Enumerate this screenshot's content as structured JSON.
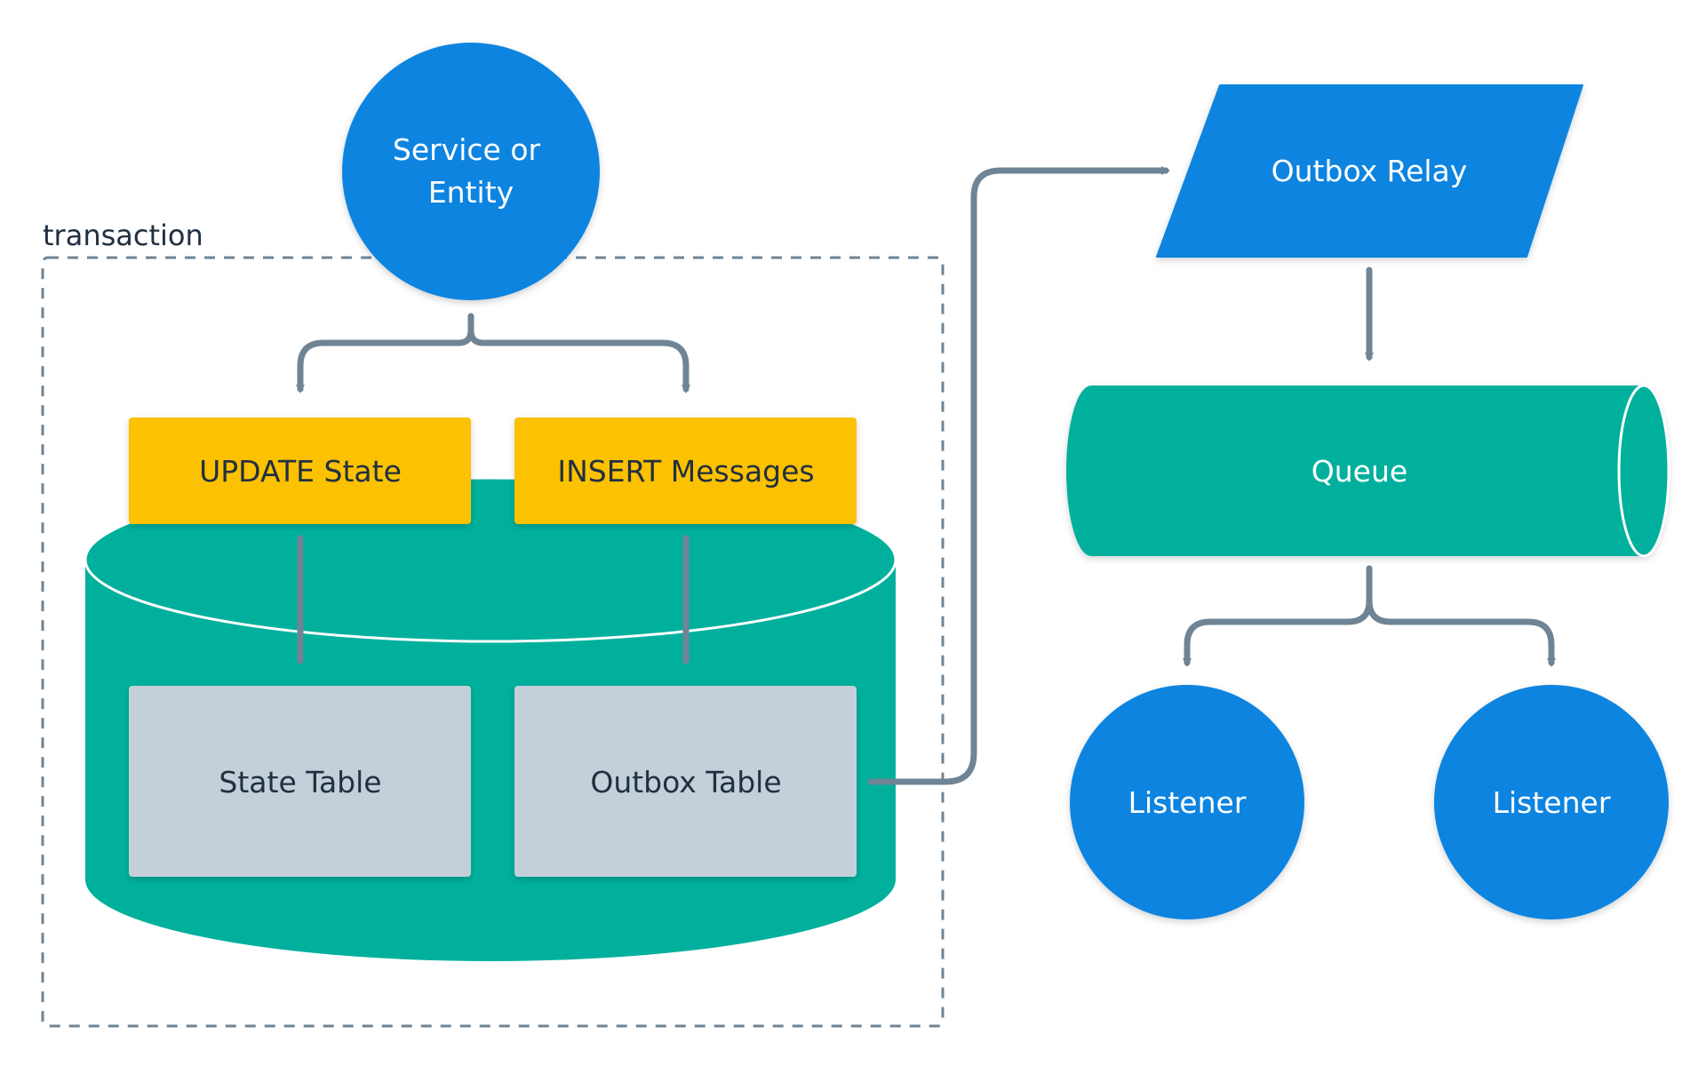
{
  "labels": {
    "transaction": "transaction",
    "service_line1": "Service or",
    "service_line2": "Entity",
    "update_state": "UPDATE State",
    "insert_messages": "INSERT Messages",
    "state_table": "State Table",
    "outbox_table": "Outbox Table",
    "outbox_relay": "Outbox Relay",
    "queue": "Queue",
    "listener_left": "Listener",
    "listener_right": "Listener"
  },
  "colors": {
    "blue": "#0a84e0",
    "teal": "#00b09d",
    "yellow": "#fcc100",
    "table_gray": "#c3d0da",
    "arrow": "#6f8494",
    "dark_text": "#213040",
    "white_text": "#ffffff",
    "dashed": "#6f8494"
  }
}
